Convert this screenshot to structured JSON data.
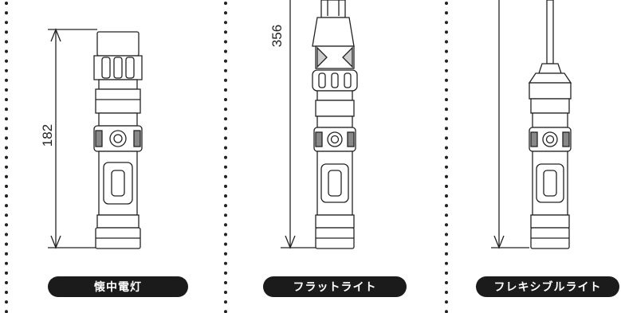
{
  "panels": [
    {
      "dimension": "182",
      "label": "懐中電灯"
    },
    {
      "dimension": "356",
      "label": "フラットライト"
    },
    {
      "dimension": "",
      "label": "フレキシブルライト"
    }
  ]
}
